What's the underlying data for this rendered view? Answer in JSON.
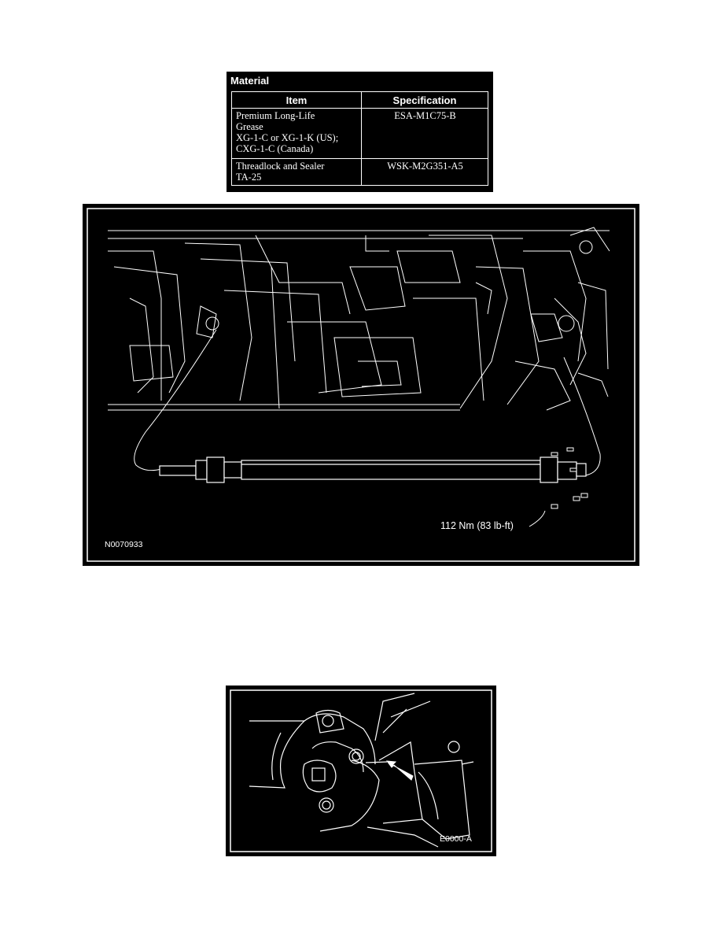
{
  "material": {
    "title": "Material",
    "headers": [
      "Item",
      "Specification"
    ],
    "rows": [
      {
        "item_lines": [
          "Premium Long-Life",
          "Grease",
          "XG-1-C or XG-1-K (US);",
          "CXG-1-C (Canada)"
        ],
        "spec": "ESA-M1C75-B"
      },
      {
        "item_lines": [
          "Threadlock and Sealer",
          "TA-25"
        ],
        "spec": "WSK-M2G351-A5"
      }
    ]
  },
  "figure1": {
    "code": "N0070933",
    "torque_label": "112 Nm (83 lb-ft)"
  },
  "figure2": {
    "code": "E0000-A"
  }
}
